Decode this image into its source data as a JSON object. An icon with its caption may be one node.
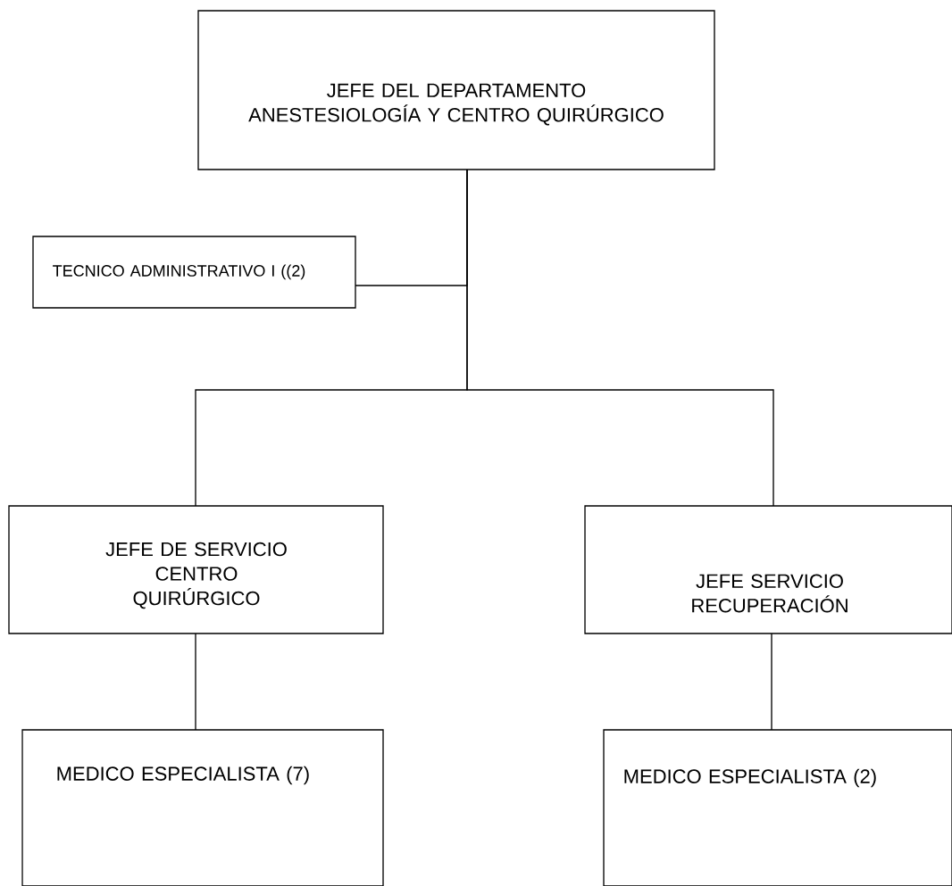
{
  "diagram": {
    "nodes": [
      {
        "text": [
          "JEFE DEL DEPARTAMENTO ANESTESIOLOGÍA Y CENTRO QUIRÚRGICO"
        ]
      },
      {
        "text": [
          "TECNICO ADMINISTRATIVO I ((2)"
        ]
      },
      {
        "text": [
          "JEFE DE SERVICIO CENTRO QUIRÚRGICO"
        ]
      },
      {
        "text": [
          "JEFE SERVICIO RECUPERACIÓN"
        ]
      },
      {
        "text": [
          "MEDICO ESPECIALISTA (7)"
        ]
      },
      {
        "text": [
          "MEDICO ESPECIALISTA (2)"
        ]
      }
    ],
    "edges": [
      {
        "from": 0,
        "to": 1,
        "arrow": "none"
      },
      {
        "from": 0,
        "to": 2,
        "arrow": "none"
      },
      {
        "from": 0,
        "to": 3,
        "arrow": "none"
      },
      {
        "from": 2,
        "to": 4,
        "arrow": "none"
      },
      {
        "from": 3,
        "to": 5,
        "arrow": "none"
      }
    ]
  }
}
